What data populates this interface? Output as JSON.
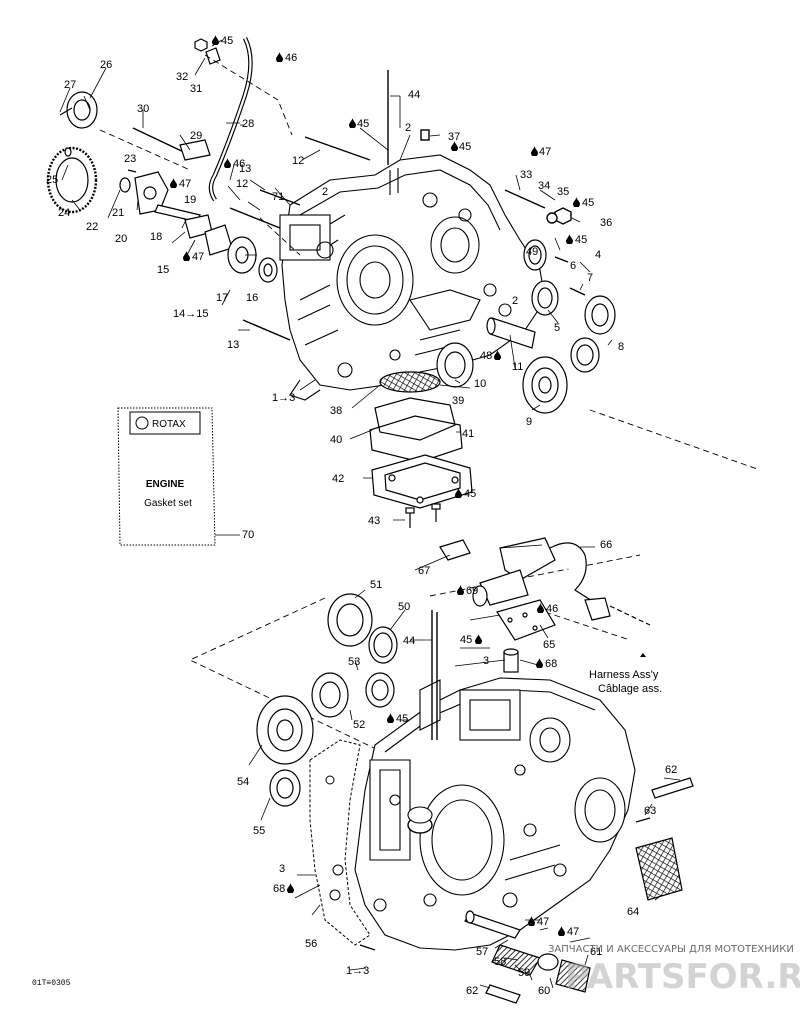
{
  "diagram": {
    "part_numbers": {
      "p1_3_top": "1→3",
      "p1_3_bottom": "1→3",
      "p2a": "2",
      "p2b": "2",
      "p2c": "2",
      "p3a": "3",
      "p3b": "3",
      "p4": "4",
      "p5": "5",
      "p6": "6",
      "p7": "7",
      "p8": "8",
      "p9": "9",
      "p10": "10",
      "p11": "11",
      "p12a": "12",
      "p12b": "12",
      "p13a": "13",
      "p13b": "13",
      "p14_15": "14→15",
      "p15": "15",
      "p16": "16",
      "p17": "17",
      "p18": "18",
      "p19": "19",
      "p20": "20",
      "p21": "21",
      "p22": "22",
      "p23": "23",
      "p24": "24",
      "p25": "25",
      "p26": "26",
      "p27": "27",
      "p28": "28",
      "p29": "29",
      "p30": "30",
      "p31": "31",
      "p32": "32",
      "p33": "33",
      "p34": "34",
      "p35": "35",
      "p36": "36",
      "p37": "37",
      "p38": "38",
      "p39": "39",
      "p40": "40",
      "p41": "41",
      "p42": "42",
      "p43": "43",
      "p44a": "44",
      "p44b": "44",
      "p49": "49",
      "p50": "50",
      "p51": "51",
      "p52": "52",
      "p53": "53",
      "p54": "54",
      "p55": "55",
      "p56": "56",
      "p57": "57",
      "p58": "58",
      "p59": "59",
      "p60": "60",
      "p61": "61",
      "p62a": "62",
      "p62b": "62",
      "p63": "63",
      "p64": "64",
      "p65": "65",
      "p66": "66",
      "p67": "67",
      "p70": "70",
      "p71": "71"
    },
    "lube_marks": {
      "m45a": "45",
      "m46a": "46",
      "m45b": "45",
      "m45c": "45",
      "m47a": "47",
      "m46b": "46",
      "m47b": "47",
      "m47c": "47",
      "m45d": "45",
      "m45e": "45",
      "m48": "48",
      "m45f": "45",
      "m69": "69",
      "m46c": "46",
      "m45g": "45",
      "m68a": "68",
      "m45h": "45",
      "m68b": "68",
      "m47d": "47",
      "m47e": "47"
    },
    "gasket_set": {
      "brand": "ROTAX",
      "line1": "ENGINE",
      "line2": "Gasket set"
    },
    "harness_label": {
      "line1": "Harness Ass'y",
      "line2": "Câblage ass."
    },
    "figure_code": "01T≡0305",
    "watermark": {
      "top_text": "ЗАПЧАСТИ И АКСЕССУАРЫ ДЛЯ МОТОТЕХНИКИ",
      "logo": "PARTSFOR.RU"
    }
  }
}
